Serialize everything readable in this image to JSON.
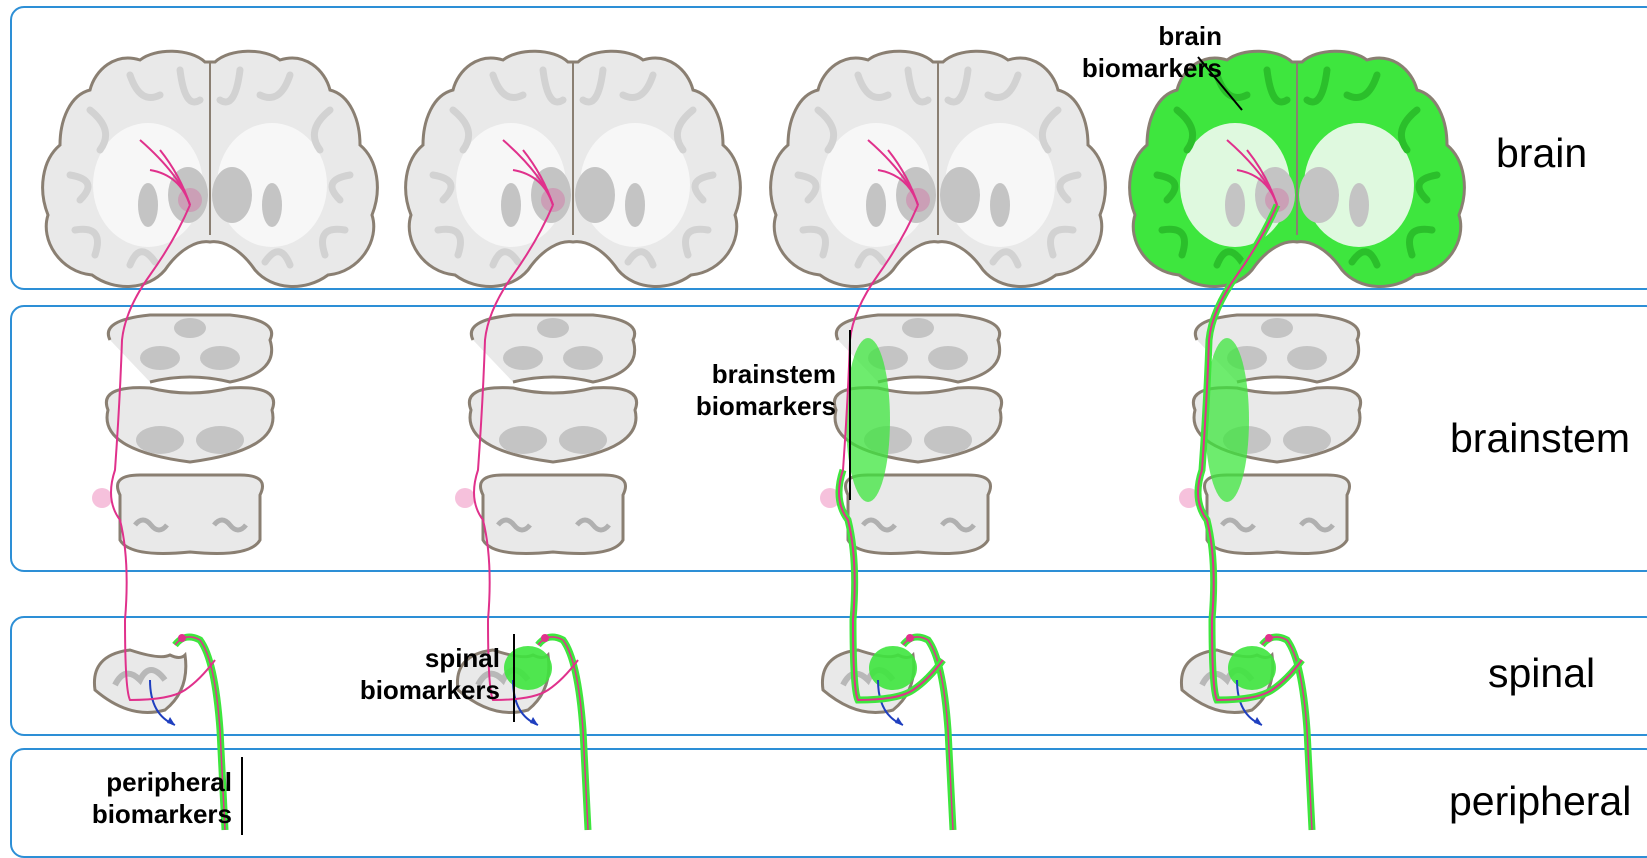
{
  "regions": {
    "brain": "brain",
    "brainstem": "brainstem",
    "spinal": "spinal",
    "peripheral": "peripheral"
  },
  "biomarkers": {
    "brain": [
      "brain",
      "biomarkers"
    ],
    "brainstem": [
      "brainstem",
      "biomarkers"
    ],
    "spinal": [
      "spinal",
      "biomarkers"
    ],
    "peripheral": [
      "peripheral",
      "biomarkers"
    ]
  },
  "colors": {
    "band_border": "#2d8fd6",
    "tissue_fill": "#e9e9e9",
    "tissue_outline": "#8a7f72",
    "nucleus_fill": "#c4c4c4",
    "upper_motor_neuron": "#e0318c",
    "lower_motor_neuron": "#e0318c",
    "pathology": "#3ee63e",
    "pathology_light": "#dff9df",
    "efferent": "#1f3fbf"
  },
  "stages": [
    {
      "brain_involved": false,
      "brainstem_involved": false,
      "spinal_involved": false,
      "peripheral_involved": true
    },
    {
      "brain_involved": false,
      "brainstem_involved": false,
      "spinal_involved": true,
      "peripheral_involved": true
    },
    {
      "brain_involved": false,
      "brainstem_involved": true,
      "spinal_involved": true,
      "peripheral_involved": true
    },
    {
      "brain_involved": true,
      "brainstem_involved": true,
      "spinal_involved": true,
      "peripheral_involved": true
    }
  ]
}
